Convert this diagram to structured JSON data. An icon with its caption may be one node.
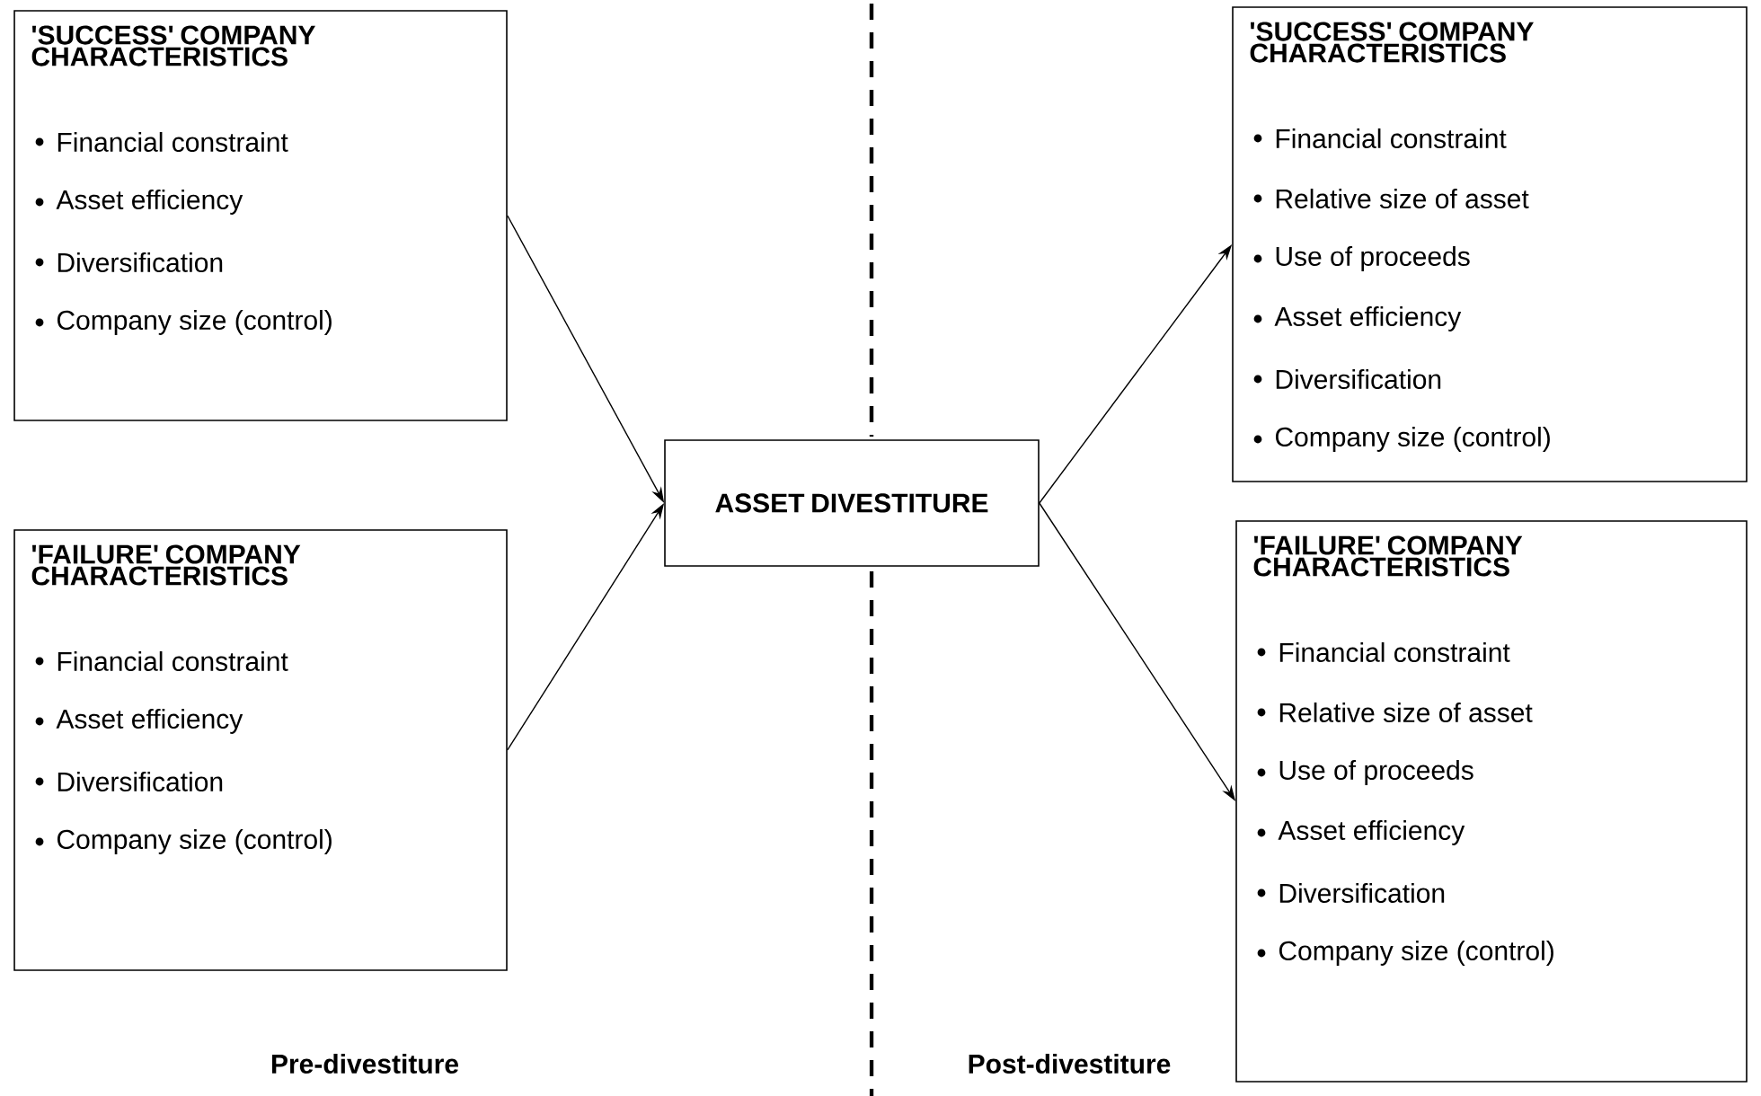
{
  "diagram": {
    "nodes": [
      {
        "text": [
          "'SUCCESS' COMPANY CHARACTERISTICS",
          "Financial constraint",
          "Asset efficiency",
          "Diversification",
          "Company size (control)"
        ]
      },
      {
        "text": [
          "'FAILURE' COMPANY CHARACTERISTICS",
          "Financial constraint",
          "Asset efficiency",
          "Diversification",
          "Company size (control)"
        ]
      },
      {
        "text": [
          "ASSET DIVESTITURE"
        ]
      },
      {
        "text": [
          "'SUCCESS' COMPANY CHARACTERISTICS",
          "Financial constraint",
          "Relative size of asset",
          "Use of proceeds",
          "Asset efficiency",
          "Diversification",
          "Company size (control)"
        ]
      },
      {
        "text": [
          "'FAILURE' COMPANY CHARACTERISTICS",
          "Financial constraint",
          "Relative size of asset",
          "Use of proceeds",
          "Asset efficiency",
          "Diversification",
          "Company size (control)"
        ]
      }
    ],
    "edges": [
      {
        "from": 0,
        "to": 2,
        "arrow": "to"
      },
      {
        "from": 1,
        "to": 2,
        "arrow": "to"
      },
      {
        "from": 2,
        "to": 3,
        "arrow": "to"
      },
      {
        "from": 2,
        "to": 4,
        "arrow": "to"
      }
    ],
    "labels": [
      "Pre-divestiture",
      "Post-divestiture"
    ]
  }
}
